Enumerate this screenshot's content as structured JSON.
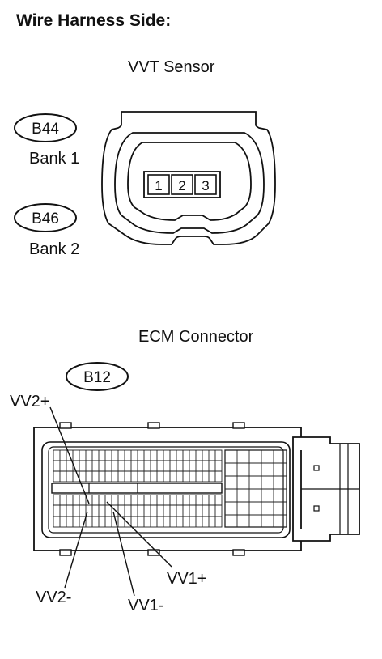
{
  "heading": "Wire Harness Side:",
  "vvt_sensor": {
    "title": "VVT Sensor",
    "connectors": [
      {
        "code": "B44",
        "bank": "Bank 1"
      },
      {
        "code": "B46",
        "bank": "Bank 2"
      }
    ],
    "pins": [
      "1",
      "2",
      "3"
    ]
  },
  "ecm": {
    "title": "ECM Connector",
    "code": "B12",
    "pins": {
      "vv2_plus": "VV2+",
      "vv2_minus": "VV2-",
      "vv1_plus": "VV1+",
      "vv1_minus": "VV1-"
    }
  }
}
